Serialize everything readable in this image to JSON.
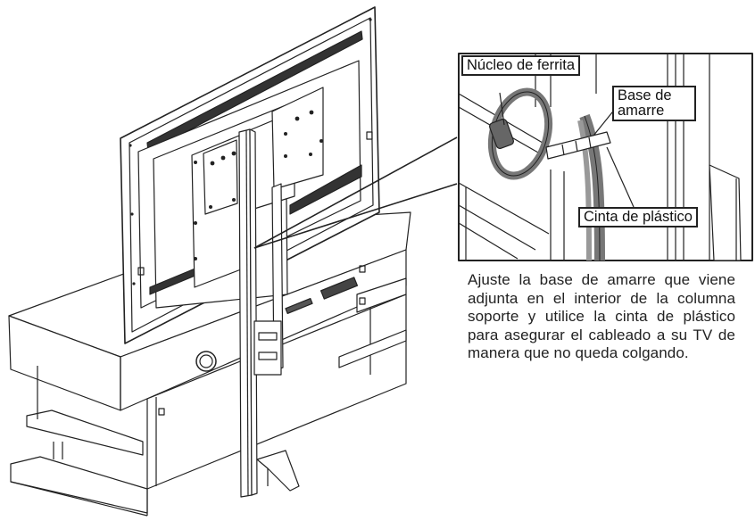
{
  "figure": {
    "subject": "TV mounted on stand column behind a TV cabinet, with inset detail of cable management",
    "detail_inset": {
      "labels": {
        "ferrite_core": "Núcleo de ferrita",
        "tie_base_line1": "Base de",
        "tie_base_line2": "amarre",
        "plastic_tie": "Cinta de plástico"
      }
    },
    "caption": "Ajuste la base de amarre que viene adjunta en el interior de la columna soporte y utilice la cinta de plástico para asegurar el cableado a su TV de manera que no queda colgando."
  },
  "colors": {
    "line": "#222222",
    "cable_fill": "#8a8a8a",
    "background": "#ffffff"
  }
}
